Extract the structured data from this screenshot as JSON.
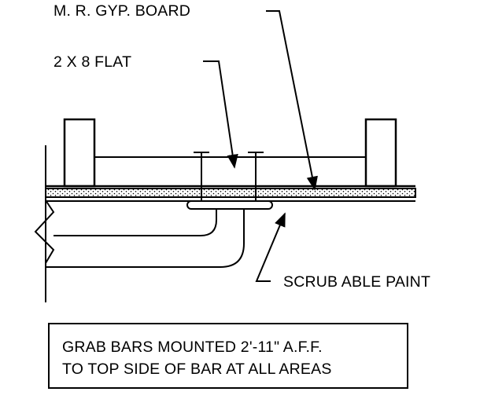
{
  "labels": {
    "gyp_board": "M. R. GYP. BOARD",
    "flat": "2 X 8 FLAT",
    "paint": "SCRUB ABLE PAINT"
  },
  "note": {
    "line1": "GRAB BARS MOUNTED 2'-11\" A.F.F.",
    "line2": "TO TOP SIDE OF BAR AT ALL AREAS"
  }
}
